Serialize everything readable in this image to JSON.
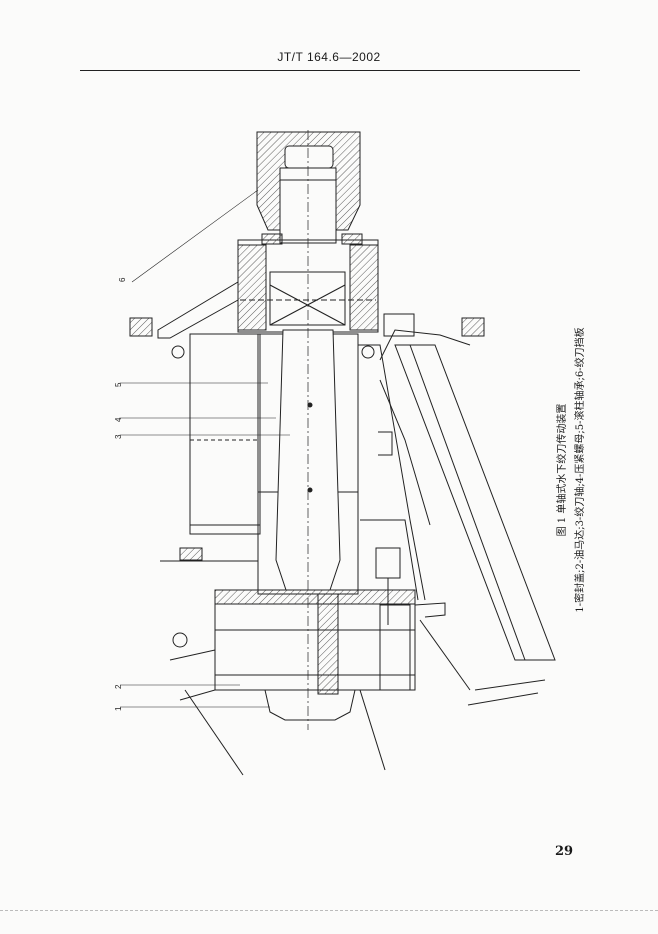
{
  "header": {
    "standard_number": "JT/T 164.6—2002"
  },
  "figure": {
    "title": "图 1   单轴式水下绞刀传动装置",
    "legend": "1-密封盖;2-油马达;3-绞刀轴;4-压紧螺母;5-滚柱轴承;6-绞刀挡板",
    "callouts": [
      "1",
      "2",
      "3",
      "4",
      "5",
      "6"
    ]
  },
  "footer": {
    "page_number": "29"
  }
}
